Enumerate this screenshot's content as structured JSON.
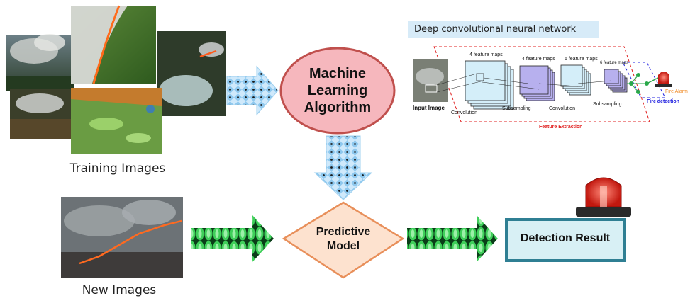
{
  "training": {
    "caption": "Training Images"
  },
  "new_images": {
    "caption": "New Images"
  },
  "ml_algorithm": {
    "label_line1": "Machine",
    "label_line2": "Learning",
    "label_line3": "Algorithm"
  },
  "predictive_model": {
    "label_line1": "Predictive",
    "label_line2": "Model"
  },
  "detection_result": {
    "label": "Detection Result"
  },
  "cnn": {
    "title": "Deep convolutional neural network",
    "input_label": "Input Image",
    "fm1": "4 feature maps",
    "fm2": "4 feature maps",
    "fm3": "6 feature maps",
    "fm4": "6 feature maps",
    "op1": "Convolution",
    "op2": "Subsampling",
    "op3": "Convolution",
    "op4": "Subsampling",
    "feature_extraction": "Feature Extraction",
    "fire_detection": "Fire detection",
    "fire_alarm": "Fire Alarm"
  },
  "colors": {
    "ml_fill": "#f6b7bd",
    "ml_border": "#c0504d",
    "pm_fill": "#fde2cf",
    "pm_border": "#e88f5a",
    "result_fill": "#d8f0f5",
    "result_border": "#2f7f93",
    "cnn_title_bg": "#d7ebf8",
    "blue_arrow": "#b9dcf2",
    "green_arrow": "#27b34a"
  }
}
